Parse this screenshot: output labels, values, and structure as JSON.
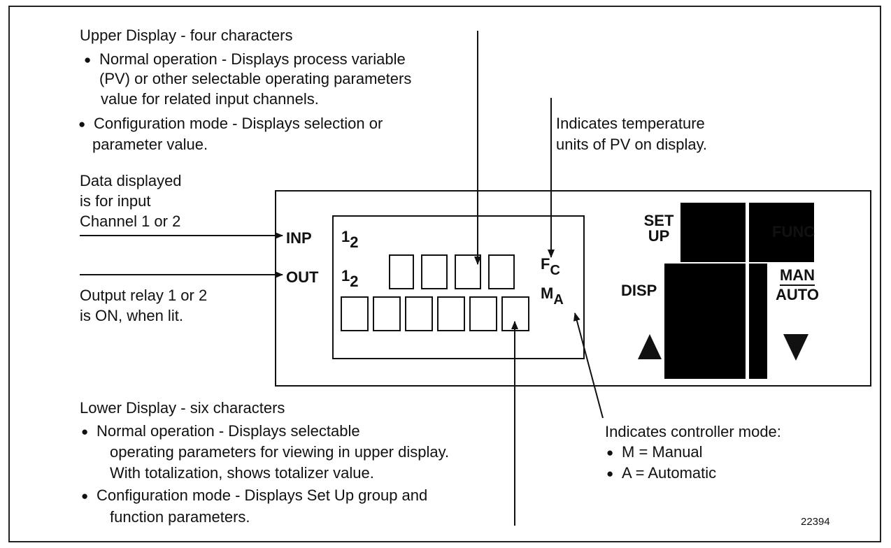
{
  "upper_display": {
    "title": "Upper Display - four characters",
    "bullet1_line1": "Normal operation - Displays process variable",
    "bullet1_line2": "(PV) or other selectable operating parameters",
    "bullet1_line3": "value for related input channels.",
    "bullet2_line1": "Configuration mode - Displays selection or",
    "bullet2_line2": "parameter value."
  },
  "temp_units": {
    "line1": "Indicates temperature",
    "line2": "units of PV on display."
  },
  "data_displayed": {
    "line1": "Data displayed",
    "line2": "is for input",
    "line3": "Channel 1 or 2"
  },
  "output_relay": {
    "line1": "Output relay 1 or 2",
    "line2": "is ON, when lit."
  },
  "panel": {
    "inp_label": "INP",
    "out_label": "OUT",
    "inp_one": "1",
    "inp_two": "2",
    "out_one": "1",
    "out_two": "2",
    "f_label": "F",
    "c_label": "C",
    "m_label": "M",
    "a_label": "A",
    "setup_line1": "SET",
    "setup_line2": "UP",
    "func_label": "FUNC",
    "disp_label": "DISP",
    "man_label": "MAN",
    "auto_label": "AUTO"
  },
  "lower_display": {
    "title": "Lower Display - six characters",
    "bullet1_line1": "Normal operation - Displays selectable",
    "bullet1_line2": "operating parameters for viewing in upper display.",
    "bullet1_line3": "With totalization, shows totalizer value.",
    "bullet2_line1": "Configuration mode - Displays Set Up group and",
    "bullet2_line2": "function parameters."
  },
  "controller_mode": {
    "title": "Indicates controller mode:",
    "item1": "M = Manual",
    "item2": "A = Automatic"
  },
  "figure_number": "22394"
}
